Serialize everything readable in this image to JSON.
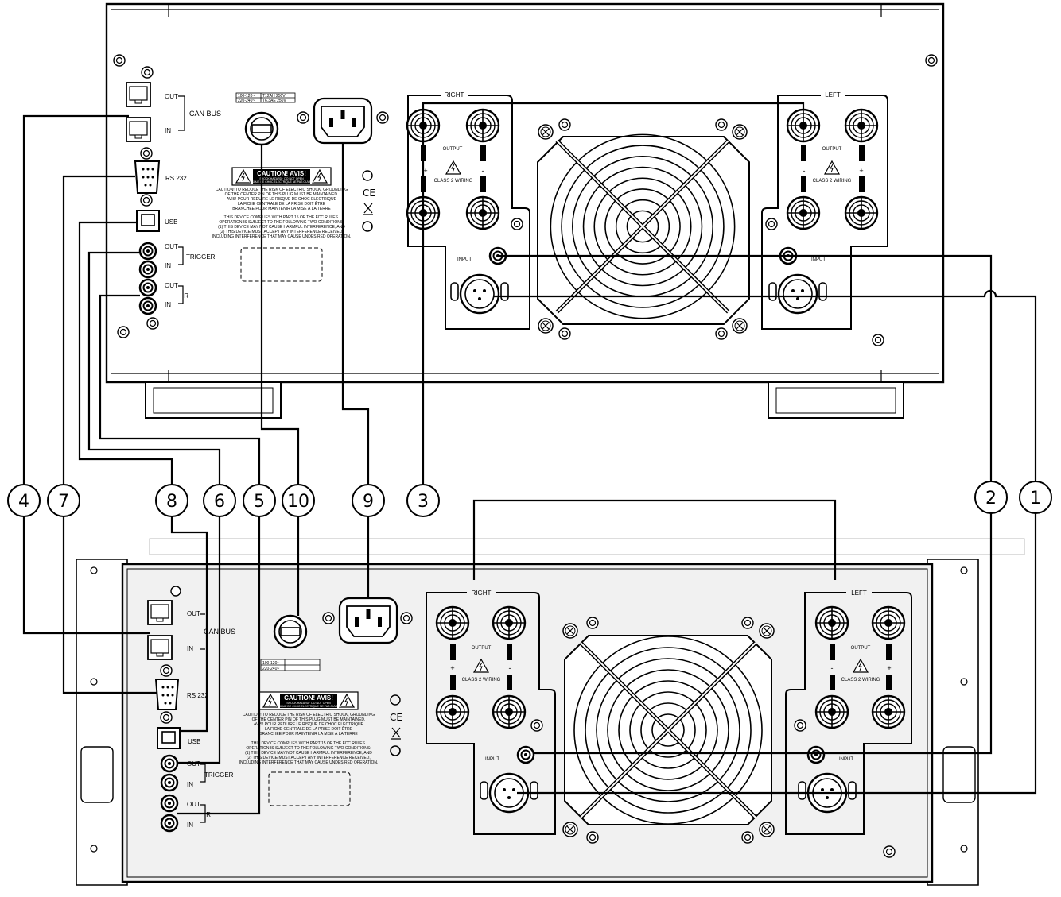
{
  "callouts": [
    "1",
    "2",
    "3",
    "4",
    "5",
    "6",
    "7",
    "8",
    "9",
    "10"
  ],
  "top_unit": {
    "can_out": "OUT",
    "can_in": "IN",
    "can_bus": "CAN BUS",
    "rs232": "RS 232",
    "usb": "USB",
    "trigger_out": "OUT",
    "trigger_in": "IN",
    "trigger": "TRIGGER",
    "ir_out": "OUT",
    "ir_in": "IN",
    "ir": "IR",
    "fuse_row1_a": "100-120~",
    "fuse_row1_b": "T12AH 250V",
    "fuse_row2_a": "220-240~",
    "fuse_row2_b": "T6.3AE 250V",
    "caution": "CAUTION! AVIS!",
    "caution_sub1": "SHOCK HAZARD · DO NOT OPEN",
    "caution_sub2": "RISQUE DE CHOC ELECTRIQUE NE PAS OUVRIR",
    "warn1": "CAUTION! TO REDUCE THE RISK OF ELECTRIC SHOCK, GROUNDING",
    "warn2": "OF THE CENTER PIN OF THIS PLUG MUST BE MAINTAINED.",
    "warn3": "AVIS! POUR REDUIRE LE RISQUE DE CHOC ELECTRIQUE",
    "warn4": "LA FICHE CENTRALE DE LA PRISE DOIT ÊTRE",
    "warn5": "BRANCHEE POUR MAINTENIR LA MISE À LA TERRE",
    "fcc1": "THIS DEVICE COMPLIES WITH PART 15 OF THE FCC RULES.",
    "fcc2": "OPERATION IS SUBJECT TO THE FOLLOWING TWO CONDITIONS:",
    "fcc3": "(1) THIS DEVICE MAY NOT CAUSE HARMFUL INTERFERENCE, AND",
    "fcc4": "(2) THIS DEVICE MUST ACCEPT ANY INTERFERENCE RECEIVED,",
    "fcc5": "INCLUDING INTERFERENCE THAT MAY CAUSE UNDESIRED OPERATION.",
    "right": "RIGHT",
    "left": "LEFT",
    "output": "OUTPUT",
    "class2": "CLASS 2 WIRING",
    "input": "INPUT",
    "plus": "+",
    "minus": "-"
  },
  "bottom_unit": {
    "can_out": "OUT",
    "can_in": "IN",
    "can_bus": "CAN BUS",
    "rs232": "RS 232",
    "usb": "USB",
    "trigger_out": "OUT",
    "trigger_in": "IN",
    "trigger": "TRIGGER",
    "ir_out": "OUT",
    "ir_in": "IN",
    "ir": "IR",
    "fuse_row1_a": "100-120~",
    "fuse_row2_a": "220-240~",
    "caution": "CAUTION! AVIS!",
    "caution_sub1": "SHOCK HAZARD · DO NOT OPEN",
    "caution_sub2": "RISQUE DE CHOC ELECTRIQUE NE PAS OUVRIR",
    "warn1": "CAUTION! TO REDUCE THE RISK OF ELECTRIC SHOCK, GROUNDING",
    "warn2": "OF THE CENTER PIN OF THIS PLUG MUST BE MAINTAINED.",
    "warn3": "AVIS! POUR REDUIRE LE RISQUE DE CHOC ELECTRIQUE",
    "warn4": "LA FICHE CENTRALE DE LA PRISE DOIT ÊTRE",
    "warn5": "BRANCHEE POUR MAINTENIR LA MISE À LA TERRE",
    "fcc1": "THIS DEVICE COMPLIES WITH PART 15 OF THE FCC RULES.",
    "fcc2": "OPERATION IS SUBJECT TO THE FOLLOWING TWO CONDITIONS:",
    "fcc3": "(1) THIS DEVICE MAY NOT CAUSE HARMFUL INTERFERENCE, AND",
    "fcc4": "(2) THIS DEVICE MUST ACCEPT ANY INTERFERENCE RECEIVED,",
    "fcc5": "INCLUDING INTERFERENCE THAT MAY CAUSE UNDESIRED OPERATION.",
    "right": "RIGHT",
    "left": "LEFT",
    "output": "OUTPUT",
    "class2": "CLASS 2 WIRING",
    "input": "INPUT",
    "plus": "+",
    "minus": "-"
  },
  "colors": {
    "line": "#000000",
    "panel_fill": "#f1f1f1",
    "background": "#ffffff"
  }
}
